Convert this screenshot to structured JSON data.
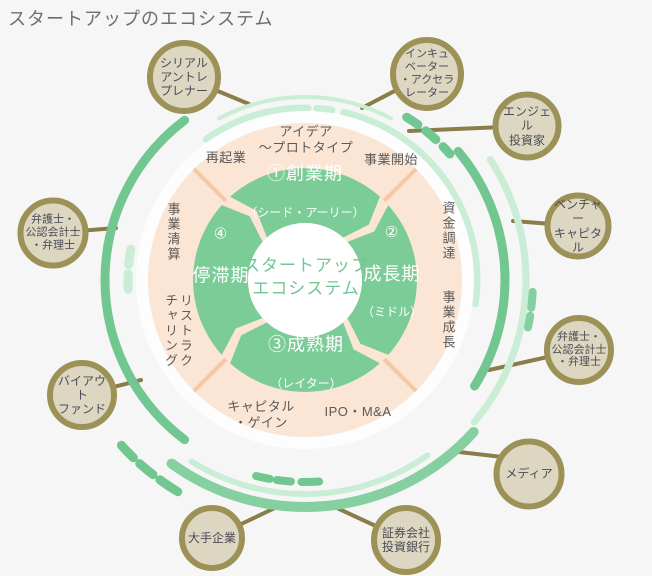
{
  "title": "スタートアップのエコシステム",
  "center": {
    "label": "スタートアップ\nエコシステム"
  },
  "phases": {
    "p1": {
      "title": "①創業期",
      "subtitle": "（シード・アーリー）"
    },
    "p2": {
      "num": "②",
      "name": "成長期",
      "subtitle": "（ミドル）"
    },
    "p3": {
      "title": "③成熟期",
      "subtitle": "（レイター）"
    },
    "p4": {
      "num": "④",
      "name": "停滞期"
    }
  },
  "stages": {
    "idea": "アイデア\n～プロトタイプ",
    "start": "事業開始",
    "funding": "資金調達",
    "growth": "事業成長",
    "ipo": "IPO・M&A",
    "capital_gain": "キャピタル\n・ゲイン",
    "restructuring": "リストラク\nチャリング",
    "liquidation": "事業清算",
    "restart": "再起業"
  },
  "stakeholders": {
    "serial": "シリアル\nアントレ\nプレナー",
    "incubator": "インキュ\nベーター\n・アクセラ\nレーター",
    "angel": "エンジェル\n投資家",
    "vc": "ベンチャー\nキャピタル",
    "lawyer_right": "弁護士・\n公認会計士\n・弁理士",
    "media": "メディア",
    "securities": "証券会社\n投資銀行",
    "large_company": "大手企業",
    "buyout": "バイアウト\nファンド",
    "lawyer_left": "弁護士・\n公認会計士\n・弁理士"
  },
  "colors": {
    "background": "#f6f6f6",
    "cycle_ring_green": "#7ccc98",
    "arc_green_medium": "#72c790",
    "arc_green_medium_light": "#85cfa0",
    "arc_green_light": "#c9edd5",
    "stage_ring_peach": "#fbe6d6",
    "stage_divider_peach": "#f5c8a4",
    "node_fill": "#ddd7c2",
    "node_border": "#9c9156",
    "connector_olive": "#8a7d49",
    "center_text_green": "#70c794",
    "stage_text_gray": "#595959",
    "title_gray": "#6e6e6e"
  }
}
